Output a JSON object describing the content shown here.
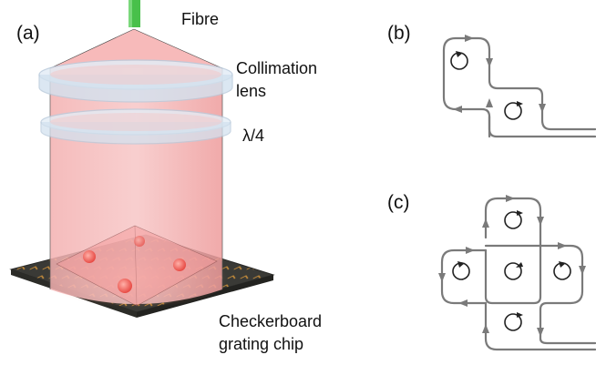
{
  "panels": {
    "a": {
      "label": "(a)",
      "fibre_label": "Fibre",
      "collimation_label_line1": "Collimation",
      "collimation_label_line2": "lens",
      "waveplate_label": "λ/4",
      "chip_label_line1": "Checkerboard",
      "chip_label_line2": "grating chip"
    },
    "b": {
      "label": "(b)",
      "loop_count": 2
    },
    "c": {
      "label": "(c)",
      "loop_count": 5
    }
  },
  "colors": {
    "beam": "#f5a3a3",
    "beam_edge": "#e46b6b",
    "fibre": "#4fc24f",
    "lens": "#d8e6f2",
    "chip": "#3f3f3a",
    "path": "#7a7a7a",
    "arrow": "#222222"
  }
}
